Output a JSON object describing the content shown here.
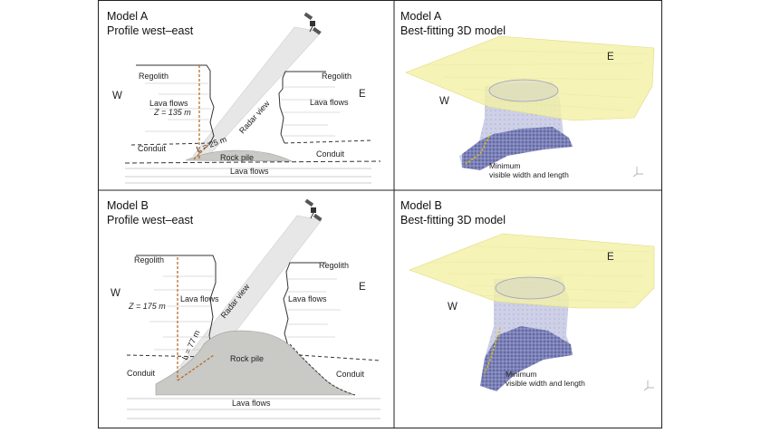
{
  "panels": {
    "a_profile": {
      "title_line1": "Model A",
      "title_line2": "Profile west–east",
      "regolith_left": "Regolith",
      "regolith_right": "Regolith",
      "west": "W",
      "east": "E",
      "lava_flows_left": "Lava flows",
      "depth": "Z = 135 m",
      "radar_view": "Radar view",
      "lava_flows_right": "Lava flows",
      "conduit_left": "Conduit",
      "conduit_right": "Conduit",
      "length": "L = 25 m",
      "rock_pile": "Rock pile",
      "lava_flows_bottom": "Lava flows"
    },
    "a_model": {
      "title_line1": "Model A",
      "title_line2": "Best-fitting 3D model",
      "east": "E",
      "west": "W",
      "caption_line1": "Minimum",
      "caption_line2": "visible width and length"
    },
    "b_profile": {
      "title_line1": "Model B",
      "title_line2": "Profile west–east",
      "regolith_left": "Regolith",
      "regolith_right": "Regolith",
      "west": "W",
      "east": "E",
      "lava_flows_left": "Lava flows",
      "depth": "Z = 175 m",
      "radar_view": "Radar view",
      "lava_flows_right": "Lava flows",
      "length": "L = 77 m",
      "rock_pile": "Rock pile",
      "conduit_left": "Conduit",
      "conduit_right": "Conduit",
      "lava_flows_bottom": "Lava flows"
    },
    "b_model": {
      "title_line1": "Model B",
      "title_line2": "Best-fitting 3D model",
      "east": "E",
      "west": "W",
      "caption_line1": "Minimum",
      "caption_line2": "visible width and length"
    }
  },
  "colors": {
    "surface_fill": "#f3f0a6",
    "conduit_fill": "#8a8fbf",
    "rock_pile": "#c9c9c6",
    "radar_beam": "#e7e7e7",
    "depth_dashed": "#b5651d",
    "highlight": "#d8c400"
  }
}
